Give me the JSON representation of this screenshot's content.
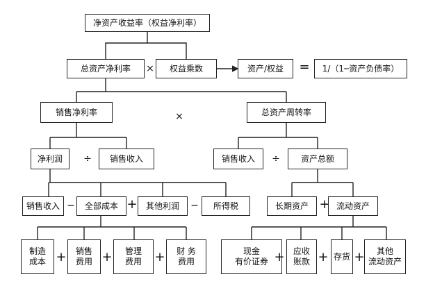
{
  "nodes": {
    "roe": "净资产收益率（权益净利率）",
    "roa": "总资产净利率",
    "em": "权益乘数",
    "ae": "资产/权益",
    "formula": "1/（1─资产负债率）",
    "npm": "销售净利率",
    "tat": "总资产周转率",
    "np": "净利润",
    "sales1": "销售收入",
    "sales2": "销售收入",
    "ta": "资产总额",
    "sales3": "销售收入",
    "tc": "全部成本",
    "op": "其他利润",
    "tax": "所得税",
    "lta": "长期资产",
    "ca": "流动资产",
    "mc": "制造\n成本",
    "se": "销售\n费用",
    "ae2": "管理\n费用",
    "fe": "财 务\n费用",
    "cash": "现金\n有价证券",
    "ar": "应收\n账款",
    "inv": "存货",
    "oca": "其他\n流动资产"
  },
  "operators": {
    "times1": "×",
    "equals": "=",
    "times2": "×",
    "div1": "÷",
    "div2": "÷",
    "minus1": "─",
    "plus1": "+",
    "minus2": "─",
    "plus2": "+",
    "plus3": "+",
    "plus4": "+",
    "plus5": "+",
    "plus6": "+",
    "plus7": "+",
    "plus8": "+"
  }
}
